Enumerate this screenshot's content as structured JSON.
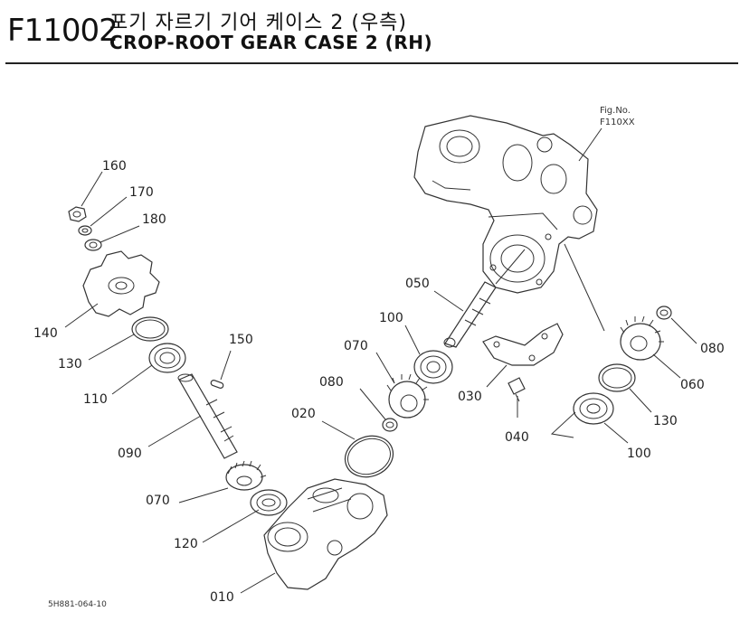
{
  "header": {
    "code": "F11002",
    "title_ko": "포기 자르기 기어 케이스 2 (우측)",
    "title_en": "CROP-ROOT GEAR CASE 2 (RH)"
  },
  "fig_reference": {
    "line1": "Fig.No.",
    "line2": "F110XX"
  },
  "footer": {
    "doc_code": "5H881-064-10"
  },
  "parts": [
    {
      "id": "160"
    },
    {
      "id": "170"
    },
    {
      "id": "180"
    },
    {
      "id": "140"
    },
    {
      "id": "130"
    },
    {
      "id": "150"
    },
    {
      "id": "110"
    },
    {
      "id": "090"
    },
    {
      "id": "070"
    },
    {
      "id": "120"
    },
    {
      "id": "010"
    },
    {
      "id": "020"
    },
    {
      "id": "080"
    },
    {
      "id": "070"
    },
    {
      "id": "100"
    },
    {
      "id": "050"
    },
    {
      "id": "030"
    },
    {
      "id": "040"
    },
    {
      "id": "080"
    },
    {
      "id": "060"
    },
    {
      "id": "130"
    },
    {
      "id": "100"
    }
  ]
}
